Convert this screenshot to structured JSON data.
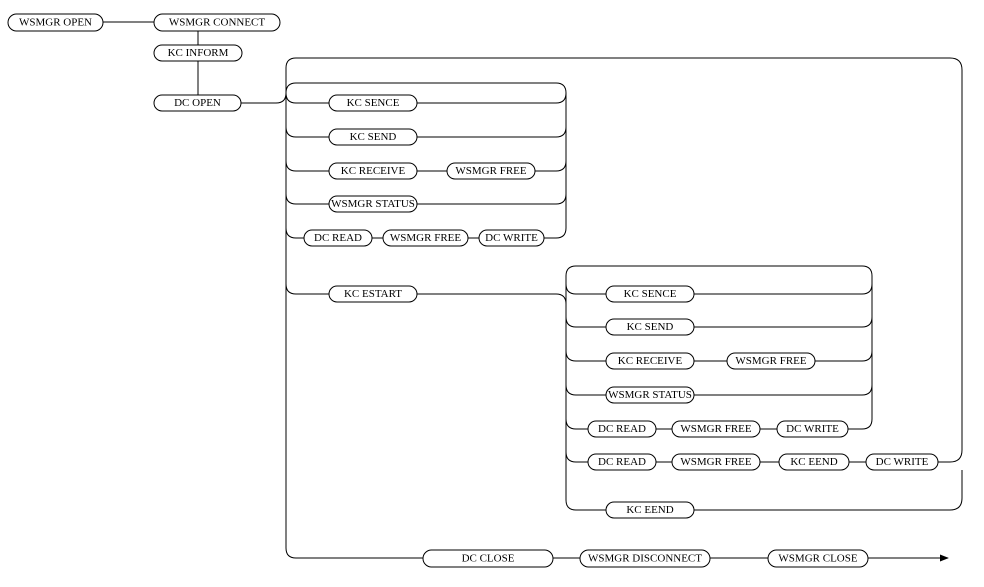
{
  "diagram": {
    "type": "railroad-flow",
    "nodes": {
      "wsmgr_open": "WSMGR OPEN",
      "wsmgr_connect": "WSMGR CONNECT",
      "kc_inform": "KC INFORM",
      "dc_open": "DC OPEN",
      "a_kc_sence": "KC SENCE",
      "a_kc_send": "KC SEND",
      "a_kc_receive": "KC RECEIVE",
      "a_wsmgr_free_1": "WSMGR FREE",
      "a_wsmgr_status": "WSMGR STATUS",
      "a_dc_read": "DC READ",
      "a_wsmgr_free_2": "WSMGR FREE",
      "a_dc_write": "DC WRITE",
      "kc_estart": "KC ESTART",
      "b_kc_sence": "KC SENCE",
      "b_kc_send": "KC SEND",
      "b_kc_receive": "KC RECEIVE",
      "b_wsmgr_free_1": "WSMGR FREE",
      "b_wsmgr_status": "WSMGR STATUS",
      "b_dc_read_1": "DC READ",
      "b_wsmgr_free_2": "WSMGR FREE",
      "b_dc_write_1": "DC WRITE",
      "b_dc_read_2": "DC READ",
      "b_wsmgr_free_3": "WSMGR FREE",
      "b_kc_eend_1": "KC EEND",
      "b_dc_write_2": "DC WRITE",
      "b_kc_eend_2": "KC EEND",
      "dc_close": "DC CLOSE",
      "wsmgr_disconnect": "WSMGR DISCONNECT",
      "wsmgr_close": "WSMGR CLOSE"
    }
  }
}
